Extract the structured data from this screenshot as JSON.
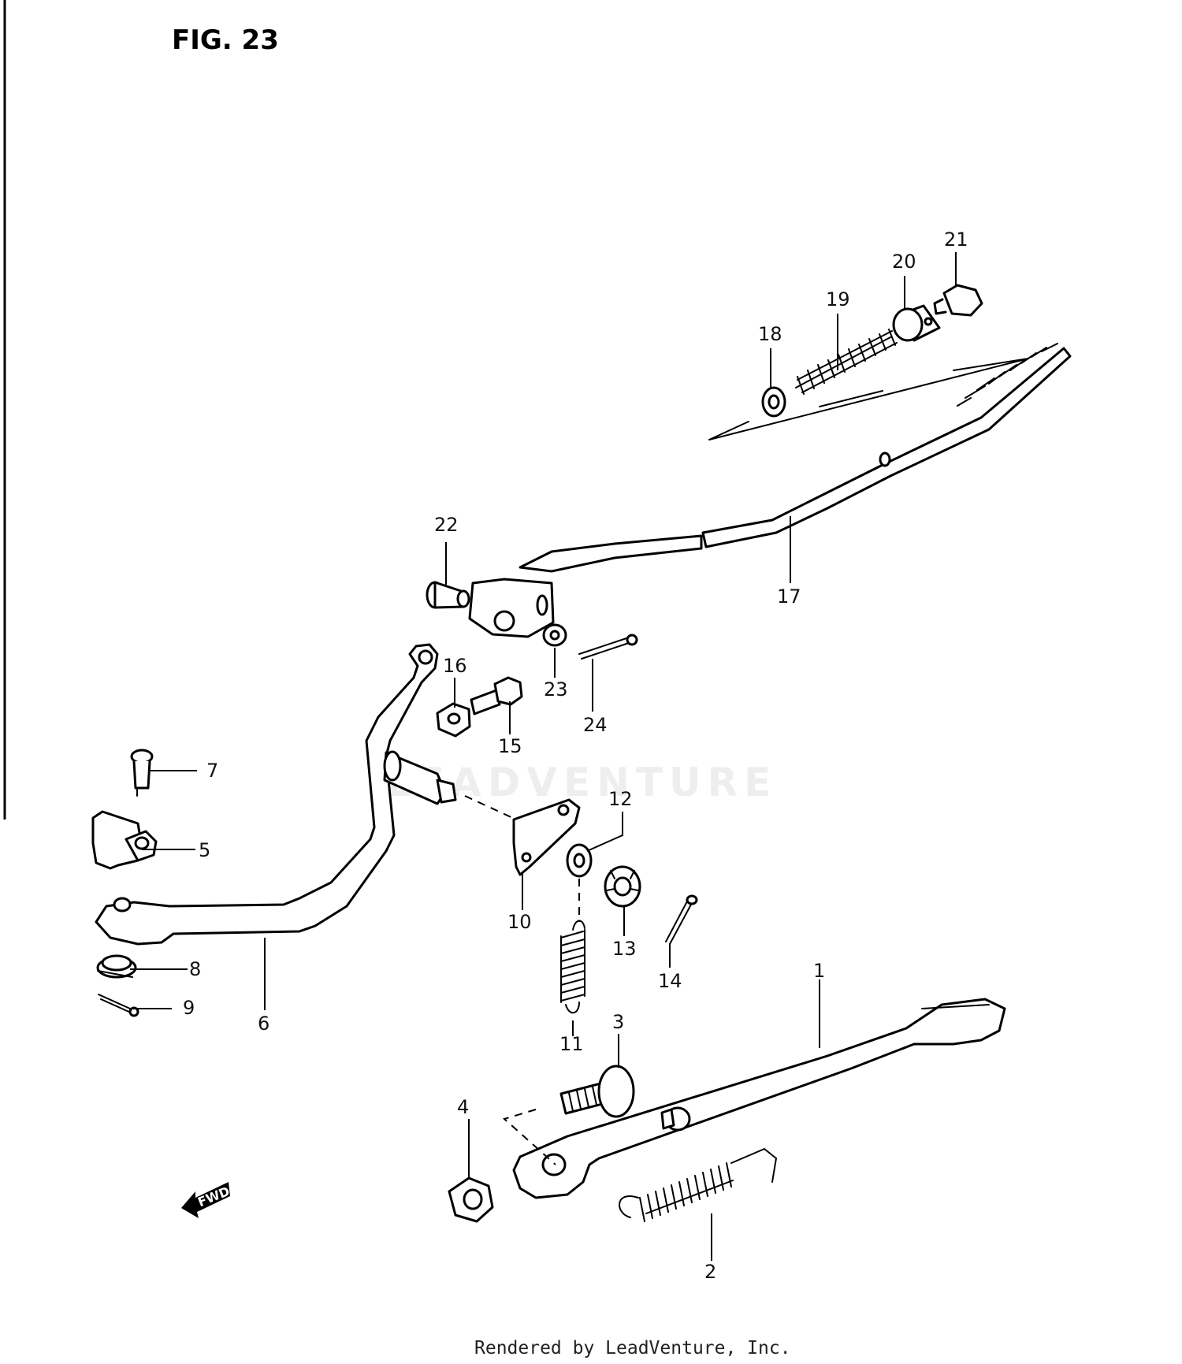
{
  "figure": {
    "title": "FIG. 23"
  },
  "callouts": [
    "1",
    "2",
    "3",
    "4",
    "5",
    "6",
    "7",
    "8",
    "9",
    "10",
    "11",
    "12",
    "13",
    "14",
    "15",
    "16",
    "17",
    "18",
    "19",
    "20",
    "21",
    "22",
    "23",
    "24"
  ],
  "direction_marker": {
    "label": "FWD"
  },
  "watermark": {
    "text": "LEADVENTURE"
  },
  "footer": {
    "text": "Rendered by LeadVenture, Inc."
  }
}
